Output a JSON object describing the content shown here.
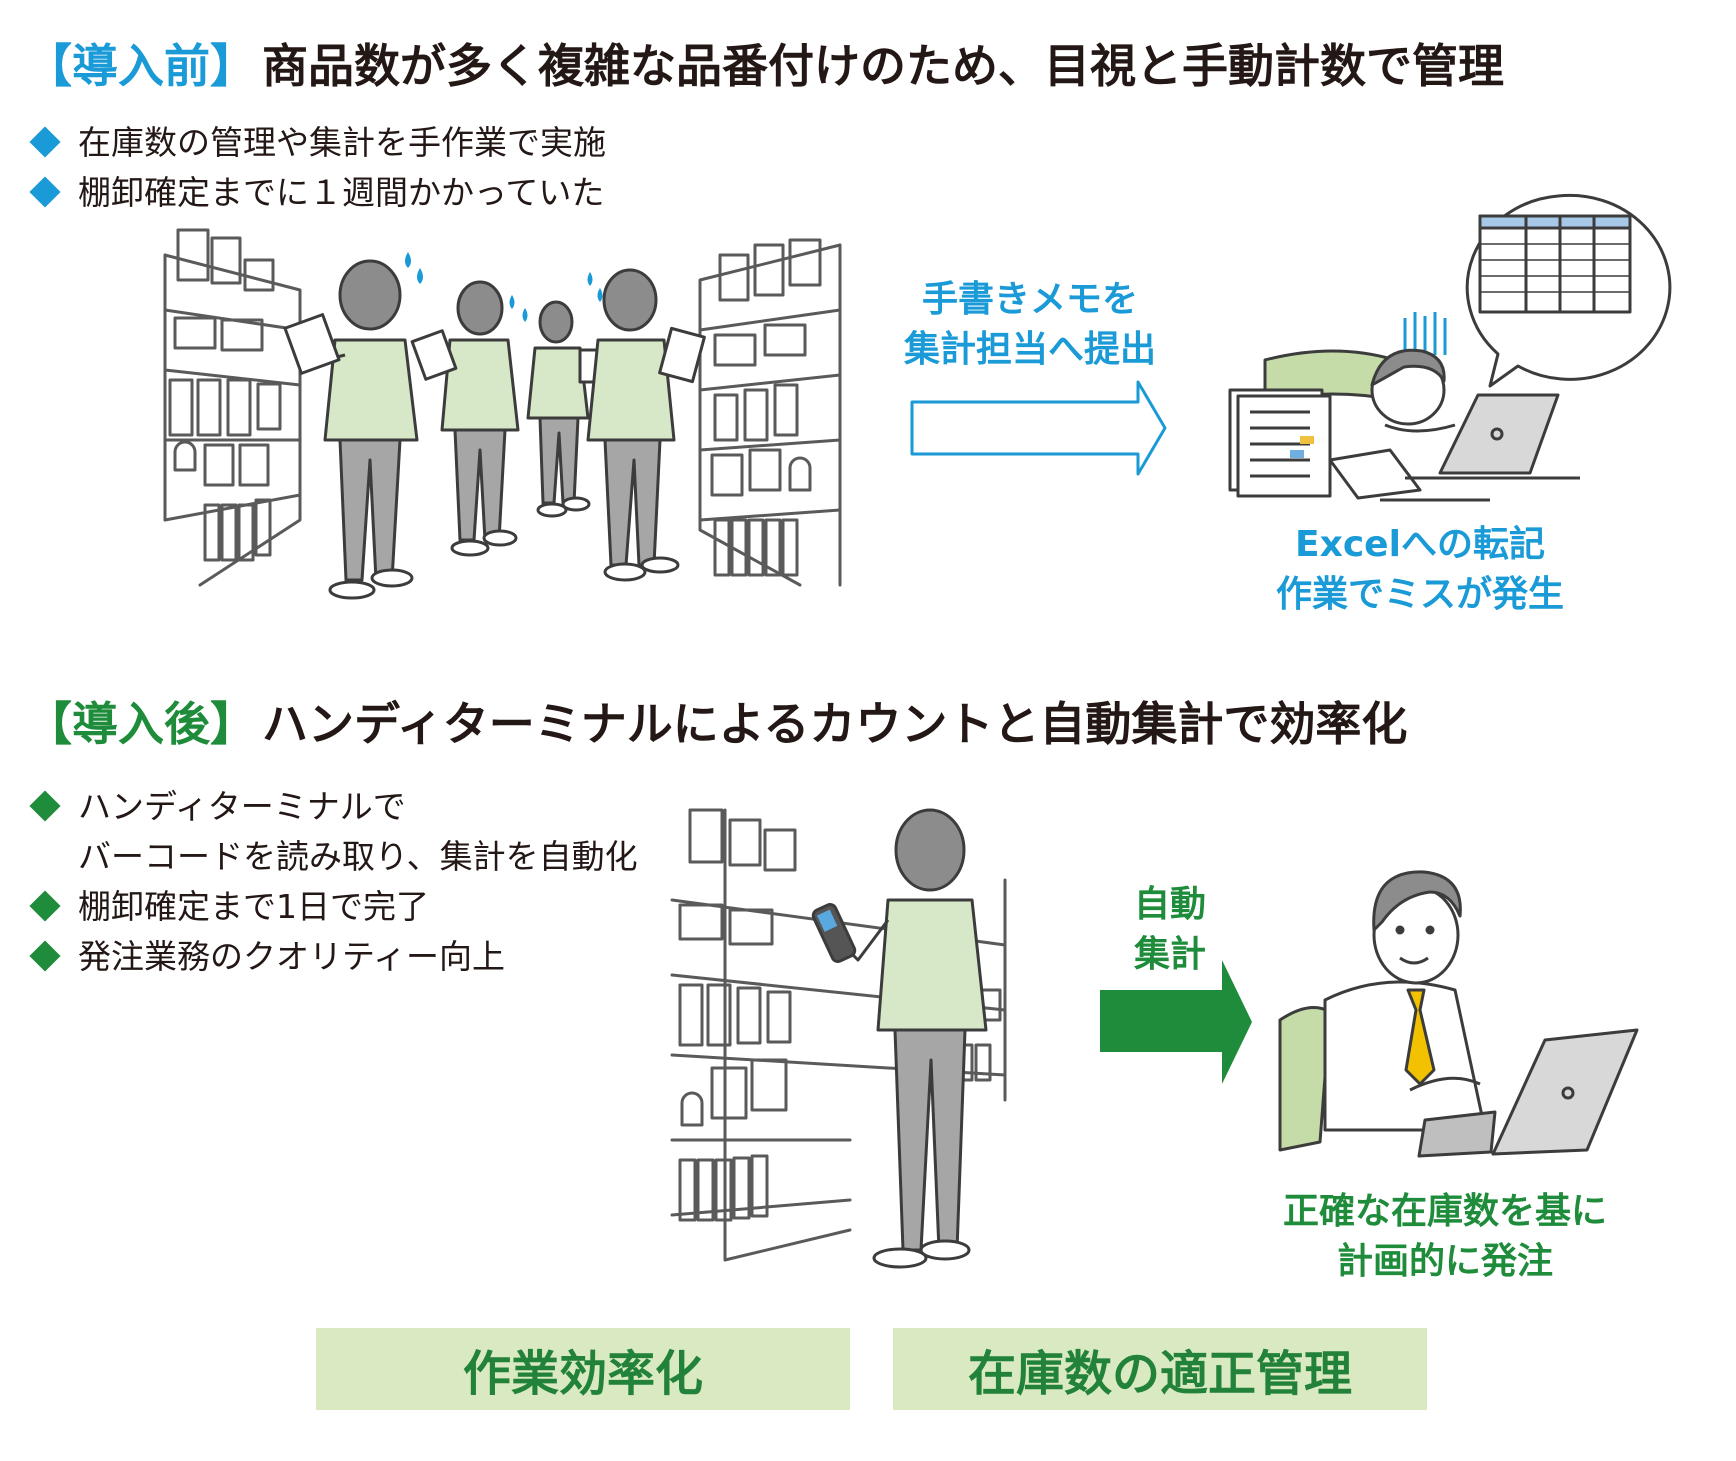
{
  "colors": {
    "before_accent": "#1a9ad6",
    "after_accent": "#1e8c3a",
    "box_fill": "#d9e9c1",
    "shirt_fill": "#d6e8c8",
    "text": "#231815"
  },
  "before": {
    "tag": "【導入前】",
    "title": "商品数が多く複雑な品番付けのため、目視と手動計数で管理",
    "bullets": [
      "在庫数の管理や集計を手作業で実施",
      "棚卸確定までに１週間かかっていた"
    ],
    "arrow_label": [
      "手書きメモを",
      "集計担当へ提出"
    ],
    "result_label": [
      "Excelへの転記",
      "作業でミスが発生"
    ]
  },
  "after": {
    "tag": "【導入後】",
    "title": "ハンディターミナルによるカウントと自動集計で効率化",
    "bullets": [
      {
        "line1": "ハンディターミナルで",
        "line2": "バーコードを読み取り、集計を自動化"
      },
      {
        "line1": "棚卸確定まで1日で完了"
      },
      {
        "line1": "発注業務のクオリティー向上"
      }
    ],
    "arrow_label": [
      "自動",
      "集計"
    ],
    "result_label": [
      "正確な在庫数を基に",
      "計画的に発注"
    ]
  },
  "outcomes": [
    "作業効率化",
    "在庫数の適正管理"
  ],
  "icons": [
    "diamond-bullet-icon",
    "arrow-right-icon",
    "laptop-icon",
    "speech-bubble-icon",
    "sweat-drop-icon",
    "handheld-terminal-icon"
  ]
}
